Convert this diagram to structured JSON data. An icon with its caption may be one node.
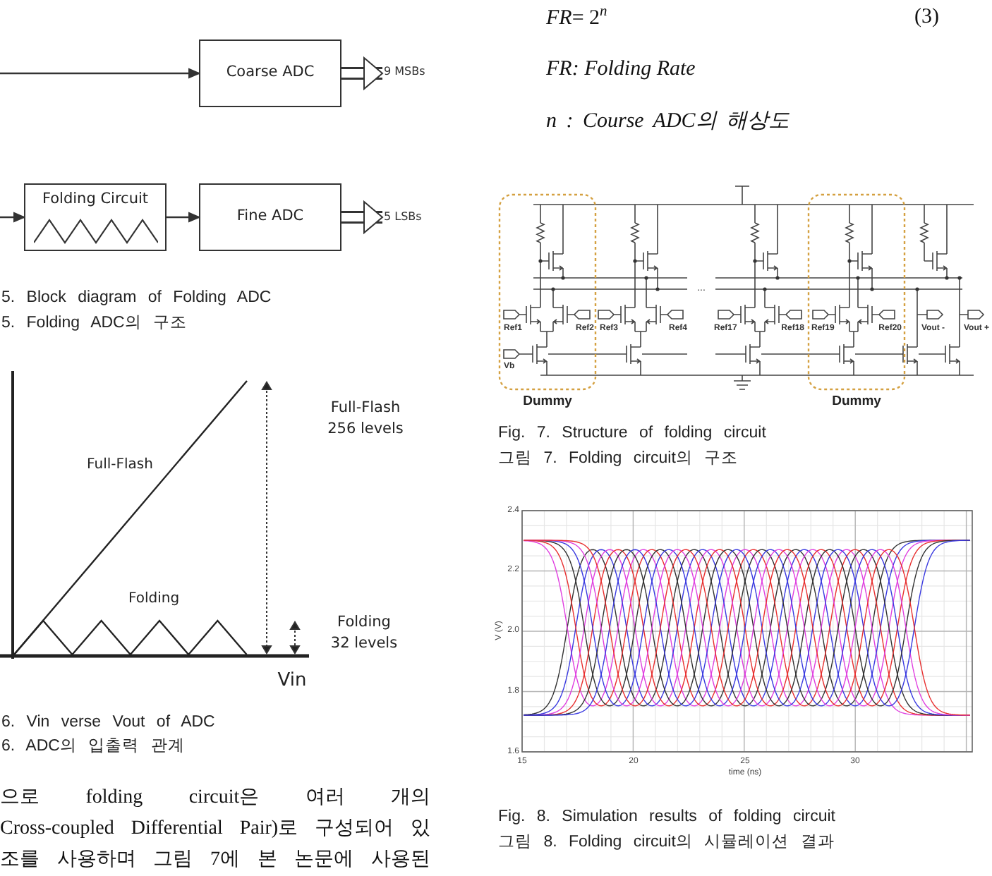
{
  "diagram": {
    "nodes": [
      {
        "text": [
          "Coarse ADC"
        ]
      },
      {
        "text": [
          "Folding Circuit"
        ]
      },
      {
        "text": [
          "Fine ADC"
        ]
      },
      {
        "text": [
          "9 MSBs"
        ]
      },
      {
        "text": [
          "5 LSBs"
        ]
      },
      {
        "text": [
          "Dummy"
        ]
      },
      {
        "text": [
          "Dummy"
        ]
      }
    ],
    "edges": [
      {
        "from": null,
        "to": 0,
        "arrow": "to"
      },
      {
        "from": null,
        "to": 1,
        "arrow": "to"
      },
      {
        "from": 1,
        "to": 2,
        "arrow": "to"
      },
      {
        "from": 0,
        "to": 3,
        "arrow": "to",
        "style": "thick"
      },
      {
        "from": 2,
        "to": 4,
        "arrow": "to",
        "style": "thick"
      }
    ],
    "labels": [
      "5. Block diagram of Folding ADC",
      "5. Folding ADC의 구조",
      "Full-Flash 256 levels",
      "Full-Flash",
      "Folding",
      "Folding 32 levels",
      "Vin",
      "6. Vin verse Vout of ADC",
      "6. ADC의 입출력 관계",
      "으로 folding circuit은 여러 개의 Cross-coupled Differential Pair)로 구성되어 있 조를 사용하며 그림 7에 본 논문에 사용된",
      "*FR*= 2$^{n}$",
      "(3)",
      "FR: Folding Rate",
      "n : Course ADC의 해상도",
      "...",
      "Ref1",
      "Ref2",
      "Ref3",
      "Ref4",
      "Ref17",
      "Ref18",
      "Ref19",
      "Ref20",
      "Vout -",
      "Vout +",
      "Vb",
      "Fig. 7. Structure of folding circuit",
      "그림 7. Folding circuit의 구조",
      "2.4",
      "2.2",
      "2.0",
      "1.8",
      "1.6",
      "V (V)",
      "15",
      "20",
      "25",
      "30",
      "time (ns)",
      "Fig. 8. Simulation results of folding circuit",
      "그림 8. Folding circuit의 시뮬레이션 결과"
    ]
  }
}
